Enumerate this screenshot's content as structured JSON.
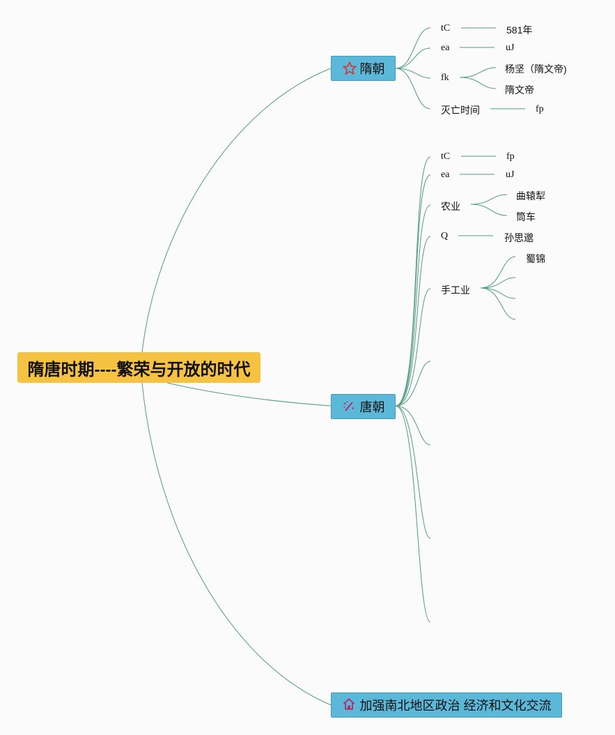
{
  "root": {
    "label": "隋唐时期----繁荣与开放的时代"
  },
  "sui": {
    "label": "隋朝",
    "icon": "star-icon",
    "children": {
      "founded_key": "tC",
      "founded_val": "581年",
      "capital_key": "ea",
      "capital_val": "uJ",
      "founder_key": "fk",
      "founder_val1": "杨坚（隋文帝)",
      "founder_val2": "隋文帝",
      "fall_key": "灭亡时间",
      "fall_val": "fp"
    }
  },
  "tang": {
    "label": "唐朝",
    "icon": "sparkle-wand-icon",
    "children": {
      "founded_key": "tC",
      "founded_val": "fp",
      "capital_key": "ea",
      "capital_val": "uJ",
      "agri_key": "农业",
      "agri_val1": "曲辕犁",
      "agri_val2": "筒车",
      "med_key": "Q",
      "med_val": "孙思邈",
      "craft_key": "手工业",
      "craft_val1": "蜀锦"
    }
  },
  "effect": {
    "label": "加强南北地区政治 经济和文化交流",
    "icon": "house-icon"
  },
  "colors": {
    "line": "#4f9a85",
    "root": "#f5c242",
    "branch": "#5bb8d9",
    "branch_border": "#3f9cbf",
    "icon_red": "#d6353a"
  }
}
